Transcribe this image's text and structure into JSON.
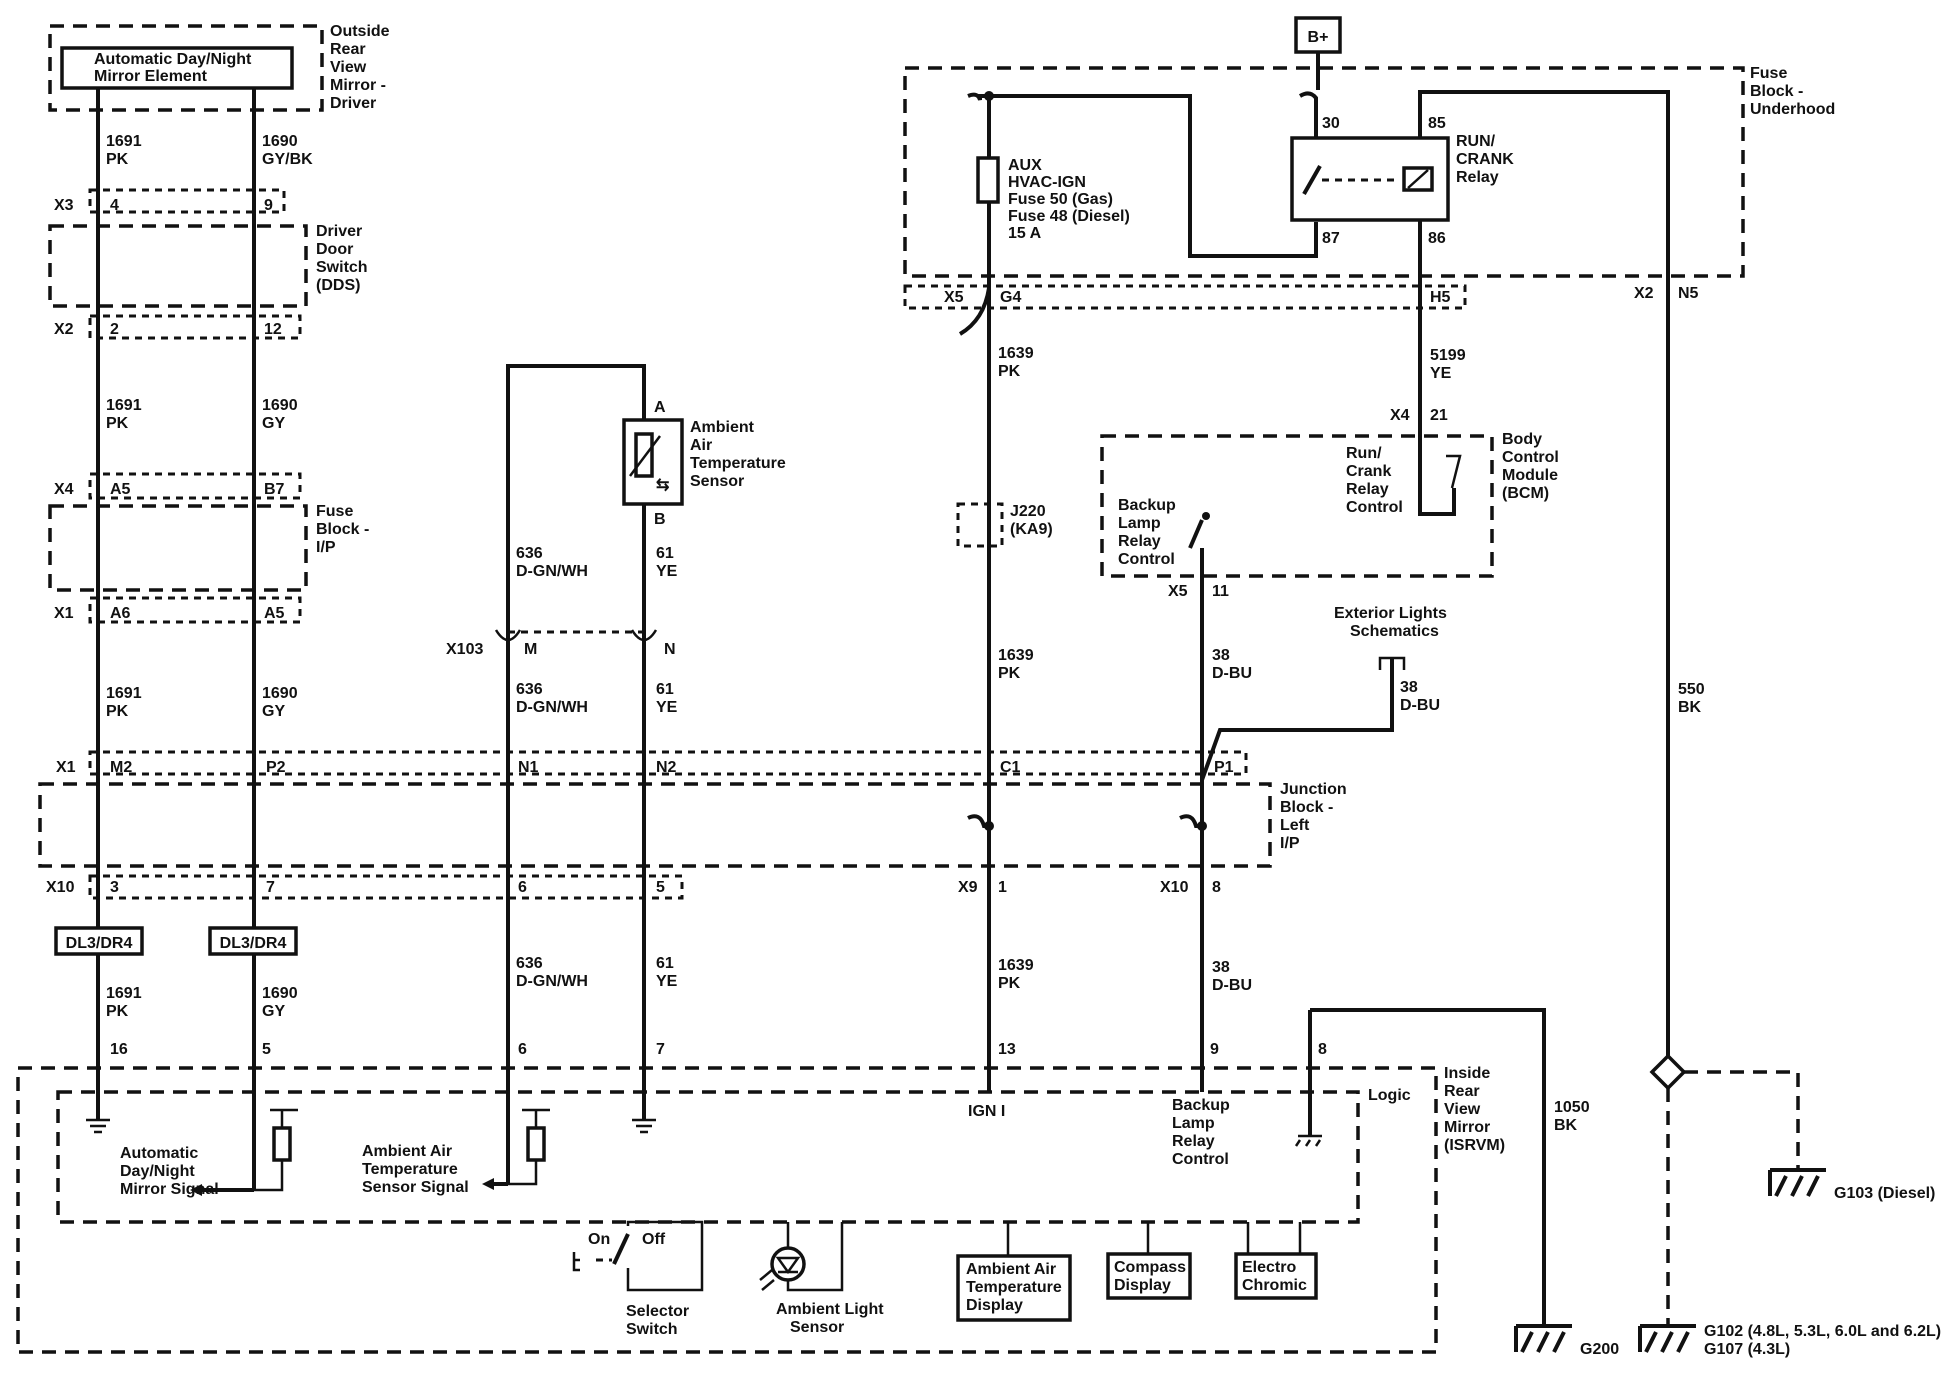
{
  "power": "B+",
  "mirror_outside": {
    "element": [
      "Automatic Day/Night",
      "Mirror Element"
    ],
    "label": [
      "Outside",
      "Rear",
      "View",
      "Mirror -",
      "Driver"
    ]
  },
  "wires_left": {
    "a1": [
      "1691",
      "PK"
    ],
    "b1": [
      "1690",
      "GY/BK"
    ],
    "a2": [
      "1691",
      "PK"
    ],
    "b2": [
      "1690",
      "GY"
    ],
    "a3": [
      "1691",
      "PK"
    ],
    "b3": [
      "1690",
      "GY"
    ],
    "a4": [
      "1691",
      "PK"
    ],
    "b4": [
      "1690",
      "GY"
    ]
  },
  "connectors": {
    "x3": "X3",
    "x3_4": "4",
    "x3_9": "9",
    "x2": "X2",
    "x2_2": "2",
    "x2_12": "12",
    "x4": "X4",
    "x4_a5": "A5",
    "x4_b7": "B7",
    "x1": "X1",
    "x1_a6": "A6",
    "x1_a5": "A5",
    "x103": "X103",
    "x103_m": "M",
    "x103_n": "N",
    "x1b": "X1",
    "x1_m2": "M2",
    "x1_p2": "P2",
    "x1_n1": "N1",
    "x1_n2": "N2",
    "x1_c1": "C1",
    "x1_p1": "P1",
    "x10": "X10",
    "x10_3": "3",
    "x10_7": "7",
    "x10_6": "6",
    "x10_5": "5",
    "x9": "X9",
    "x9_1": "1",
    "x10b": "X10",
    "x10_8": "8",
    "x5": "X5",
    "x5_g4": "G4",
    "x5b": "X5",
    "x5_11": "11",
    "h5": "H5",
    "x2b": "X2",
    "n5": "N5",
    "x4b": "X4",
    "x4_21": "21"
  },
  "driver_door_switch": [
    "Driver",
    "Door",
    "Switch",
    "(DDS)"
  ],
  "fuse_block_ip": [
    "Fuse",
    "Block -",
    "I/P"
  ],
  "ambient_sensor": {
    "label": [
      "Ambient",
      "Air",
      "Temperature",
      "Sensor"
    ],
    "pin_a": "A",
    "pin_b": "B"
  },
  "wires_mid": {
    "c1": [
      "636",
      "D-GN/WH"
    ],
    "d1": [
      "61",
      "YE"
    ],
    "c2": [
      "636",
      "D-GN/WH"
    ],
    "d2": [
      "61",
      "YE"
    ],
    "c3": [
      "636",
      "D-GN/WH"
    ],
    "d3": [
      "61",
      "YE"
    ]
  },
  "fuse_block_underhood": {
    "label": [
      "Fuse",
      "Block -",
      "Underhood"
    ],
    "fuse": [
      "AUX",
      "HVAC-IGN",
      "Fuse 50 (Gas)",
      "Fuse 48 (Diesel)",
      "15 A"
    ],
    "relay": [
      "RUN/",
      "CRANK",
      "Relay"
    ],
    "p30": "30",
    "p85": "85",
    "p87": "87",
    "p86": "86"
  },
  "wires_right": {
    "e1": [
      "1639",
      "PK"
    ],
    "e2": [
      "1639",
      "PK"
    ],
    "e3": [
      "1639",
      "PK"
    ],
    "f1": [
      "5199",
      "YE"
    ],
    "g1": [
      "38",
      "D-BU"
    ],
    "g2": [
      "38",
      "D-BU"
    ],
    "g3": [
      "38",
      "D-BU"
    ],
    "h1": [
      "550",
      "BK"
    ],
    "k1": [
      "1050",
      "BK"
    ]
  },
  "splice": [
    "J220",
    "(KA9)"
  ],
  "bcm": {
    "label": [
      "Body",
      "Control",
      "Module",
      "(BCM)"
    ],
    "run_crank": [
      "Run/",
      "Crank",
      "Relay",
      "Control"
    ],
    "backup": [
      "Backup",
      "Lamp",
      "Relay",
      "Control"
    ]
  },
  "exterior_lights": [
    "Exterior Lights",
    "Schematics"
  ],
  "junction_block": [
    "Junction",
    "Block -",
    "Left",
    "I/P"
  ],
  "option_tags": [
    "DL3/DR4",
    "DL3/DR4"
  ],
  "isrvm": {
    "pins": [
      "16",
      "5",
      "6",
      "7",
      "13",
      "9",
      "8"
    ],
    "label": [
      "Inside",
      "Rear",
      "View",
      "Mirror",
      "(ISRVM)"
    ],
    "logic": "Logic",
    "ign": "IGN I",
    "backup": [
      "Backup",
      "Lamp",
      "Relay",
      "Control"
    ],
    "auto_signal": [
      "Automatic",
      "Day/Night",
      "Mirror Signal"
    ],
    "amb_signal": [
      "Ambient Air",
      "Temperature",
      "Sensor Signal"
    ],
    "switch_on": "On",
    "switch_off": "Off",
    "selector": [
      "Selector",
      "Switch"
    ],
    "light_sensor": [
      "Ambient Light",
      "Sensor"
    ],
    "amb_display": [
      "Ambient Air",
      "Temperature",
      "Display"
    ],
    "compass": [
      "Compass",
      "Display"
    ],
    "electro": [
      "Electro",
      "Chromic"
    ]
  },
  "grounds": {
    "g103": "G103 (Diesel)",
    "g200": "G200",
    "g102": "G102 (4.8L, 5.3L, 6.0L and 6.2L)",
    "g107": "G107 (4.3L)"
  }
}
